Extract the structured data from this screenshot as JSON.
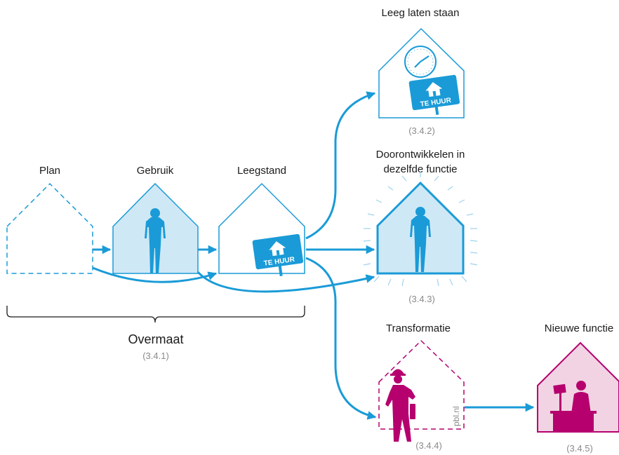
{
  "colors": {
    "blue": "#1a9bd7",
    "light_blue_fill": "#cfe8f6",
    "magenta": "#b5006e",
    "light_pink_fill": "#f2d3e3",
    "bracket": "#1a1a1a",
    "grey_text": "#8a8a8a"
  },
  "stages": {
    "plan": {
      "label": "Plan"
    },
    "gebruik": {
      "label": "Gebruik"
    },
    "leegstand": {
      "label": "Leegstand"
    },
    "leeg_laten_staan": {
      "label": "Leeg laten staan",
      "ref": "(3.4.2)"
    },
    "doorontwikkelen": {
      "label_line1": "Doorontwikkelen in",
      "label_line2": "dezelfde functie",
      "ref": "(3.4.3)"
    },
    "transformatie": {
      "label": "Transformatie",
      "ref": "(3.4.4)"
    },
    "nieuwe_functie": {
      "label": "Nieuwe functie",
      "ref": "(3.4.5)"
    }
  },
  "overmaat": {
    "label": "Overmaat",
    "ref": "(3.4.1)"
  },
  "sign_text": "TE HUUR",
  "credit": "pbl.nl",
  "icons": [
    "house-outline",
    "person-silhouette",
    "for-rent-sign",
    "clock",
    "construction-worker",
    "counter-clerk"
  ]
}
